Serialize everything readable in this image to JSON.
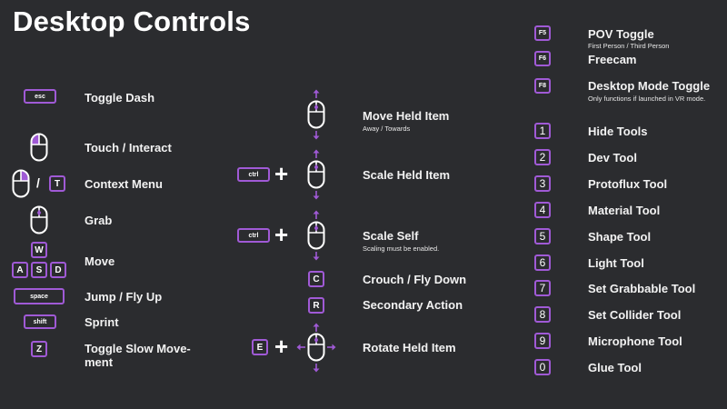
{
  "title": "Desktop Controls",
  "accent_color": "#a05ad6",
  "left": {
    "toggle_dash": {
      "key": "esc",
      "label": "Toggle Dash"
    },
    "touch": {
      "label": "Touch / Interact"
    },
    "context_menu": {
      "key": "T",
      "separator": "/",
      "label": "Context Menu"
    },
    "grab": {
      "label": "Grab"
    },
    "move": {
      "keys": [
        "W",
        "A",
        "S",
        "D"
      ],
      "label": "Move"
    },
    "jump": {
      "key": "space",
      "label": "Jump / Fly Up"
    },
    "sprint": {
      "key": "shift",
      "label": "Sprint"
    },
    "slow": {
      "key": "Z",
      "label_line1": "Toggle Slow Move-",
      "label_line2": "ment"
    }
  },
  "middle": {
    "move_held": {
      "label": "Move Held Item",
      "sub": "Away / Towards"
    },
    "scale_held": {
      "key": "ctrl",
      "plus": "+",
      "label": "Scale Held Item"
    },
    "scale_self": {
      "key": "ctrl",
      "plus": "+",
      "label": "Scale Self",
      "sub": "Scaling must be enabled."
    },
    "crouch": {
      "key": "C",
      "label": "Crouch / Fly Down"
    },
    "secondary": {
      "key": "R",
      "label": "Secondary Action"
    },
    "rotate": {
      "key": "E",
      "plus": "+",
      "label": "Rotate Held Item"
    }
  },
  "right": {
    "pov": {
      "key": "F5",
      "label": "POV Toggle",
      "sub": "First Person / Third Person"
    },
    "freecam": {
      "key": "F6",
      "label": "Freecam"
    },
    "desktop_mode": {
      "key": "F8",
      "label": "Desktop Mode Toggle",
      "sub": "Only functions if launched in VR mode."
    },
    "tools": [
      {
        "key": "1",
        "label": "Hide Tools"
      },
      {
        "key": "2",
        "label": "Dev Tool"
      },
      {
        "key": "3",
        "label": "Protoflux Tool"
      },
      {
        "key": "4",
        "label": "Material Tool"
      },
      {
        "key": "5",
        "label": "Shape Tool"
      },
      {
        "key": "6",
        "label": "Light Tool"
      },
      {
        "key": "7",
        "label": "Set Grabbable Tool"
      },
      {
        "key": "8",
        "label": "Set Collider Tool"
      },
      {
        "key": "9",
        "label": "Microphone Tool"
      },
      {
        "key": "0",
        "label": "Glue Tool"
      }
    ]
  }
}
